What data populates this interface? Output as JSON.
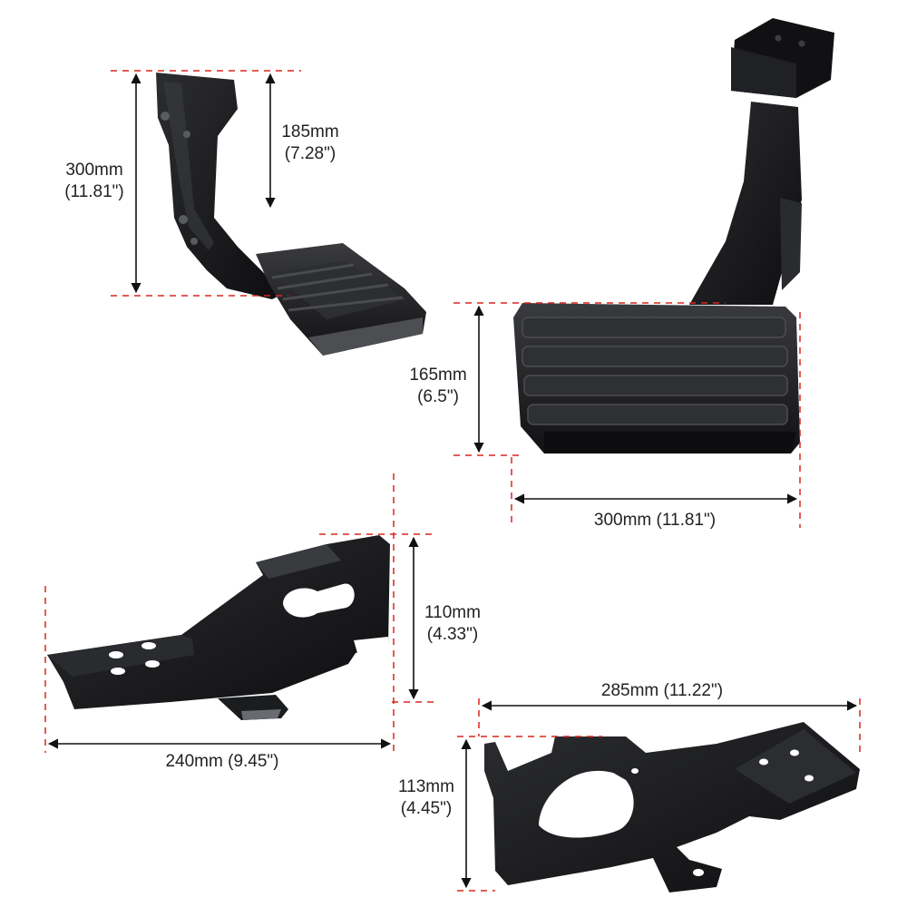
{
  "colors": {
    "background": "#ffffff",
    "guide_line": "#d9261c",
    "arrow": "#111111",
    "product": "#1b1c1e",
    "text": "#222222"
  },
  "step_side_view": {
    "height_total": {
      "mm": "300mm",
      "inch": "(11.81\")"
    },
    "height_arm": {
      "mm": "185mm",
      "inch": "(7.28\")"
    }
  },
  "step_front_view": {
    "pad_height": {
      "mm": "165mm",
      "inch": "(6.5\")"
    },
    "pad_width": "300mm  (11.81\")"
  },
  "bracket_left": {
    "height": {
      "mm": "110mm",
      "inch": "(4.33\")"
    },
    "width": "240mm (9.45\")"
  },
  "bracket_right": {
    "width": "285mm (11.22\")",
    "height": {
      "mm": "113mm",
      "inch": "(4.45\")"
    }
  }
}
